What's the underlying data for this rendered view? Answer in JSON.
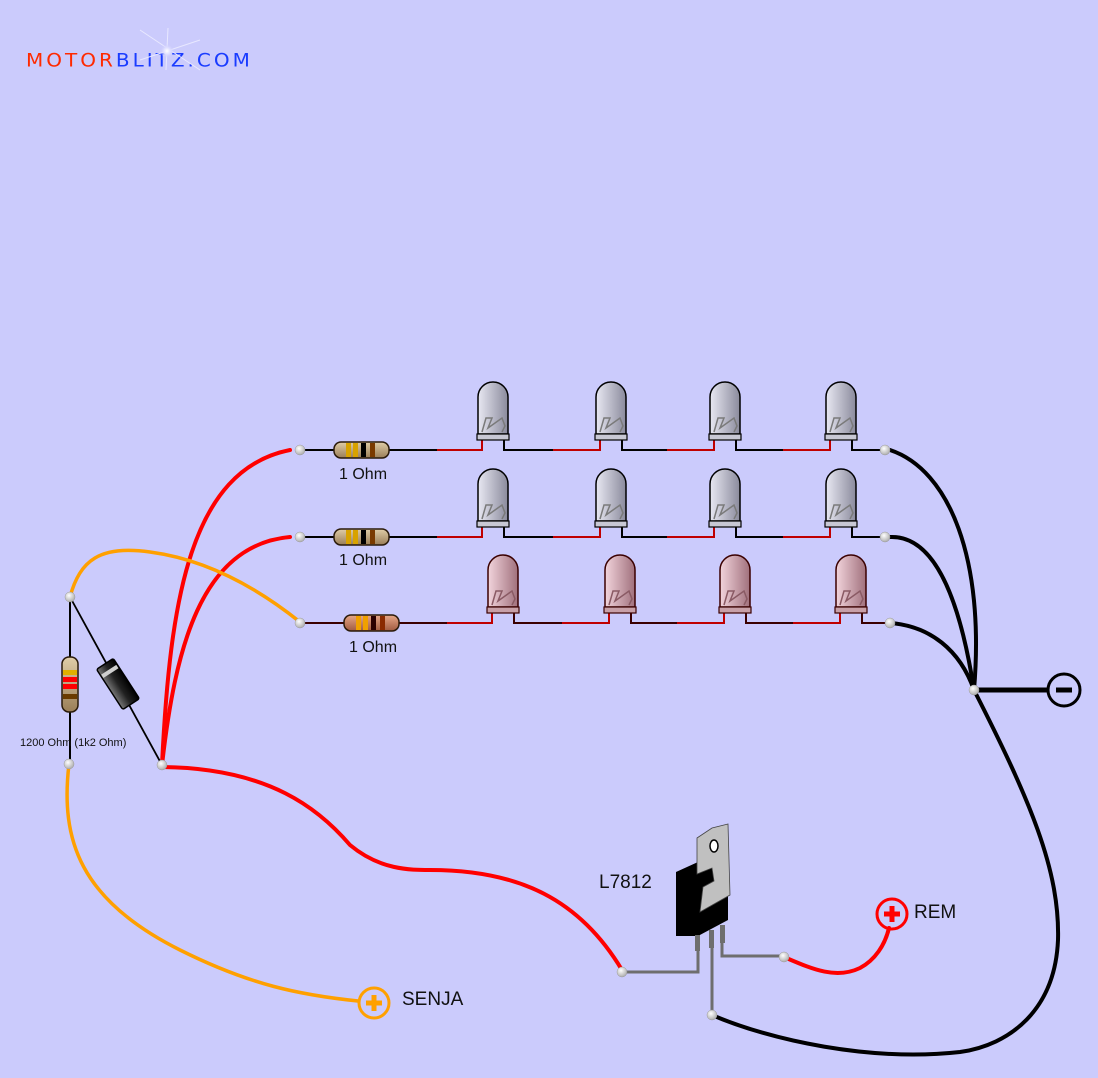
{
  "logo": {
    "part1": "MOTOR",
    "part2": "BLITZ.COM"
  },
  "colors": {
    "background": "#cbcbfc",
    "logo_red": "#ff2a00",
    "logo_blue": "#1a3cff",
    "wire_red": "#ff0000",
    "wire_orange": "#ffa000",
    "wire_black": "#000000",
    "led_lead_red": "#c00000",
    "regulator_lead": "#6e6e6e"
  },
  "components": {
    "resistors": [
      {
        "id": "R1",
        "label": "1 Ohm",
        "bands": [
          "#d8a200",
          "#d8a200",
          "#000000",
          "#7a3a00"
        ]
      },
      {
        "id": "R2",
        "label": "1 Ohm",
        "bands": [
          "#d8a200",
          "#d8a200",
          "#000000",
          "#7a3a00"
        ]
      },
      {
        "id": "R3",
        "label": "1 Ohm",
        "bands": [
          "#f0a000",
          "#f0a000",
          "#2a0000",
          "#8a2a00"
        ]
      },
      {
        "id": "R4",
        "label": "1200 Ohm (1k2 Ohm)",
        "bands": [
          "#e0b000",
          "#ff0000",
          "#ff0000",
          "#6a3a00"
        ]
      }
    ],
    "led_rows": [
      {
        "color": "white",
        "count": 4
      },
      {
        "color": "white",
        "count": 4
      },
      {
        "color": "red",
        "count": 4
      }
    ],
    "diode": {
      "label": ""
    },
    "regulator": {
      "label": "L7812"
    },
    "terminals": [
      {
        "id": "rem",
        "polarity": "+",
        "label": "REM"
      },
      {
        "id": "senja",
        "polarity": "+",
        "label": "SENJA"
      },
      {
        "id": "ground",
        "polarity": "-",
        "label": ""
      }
    ]
  }
}
